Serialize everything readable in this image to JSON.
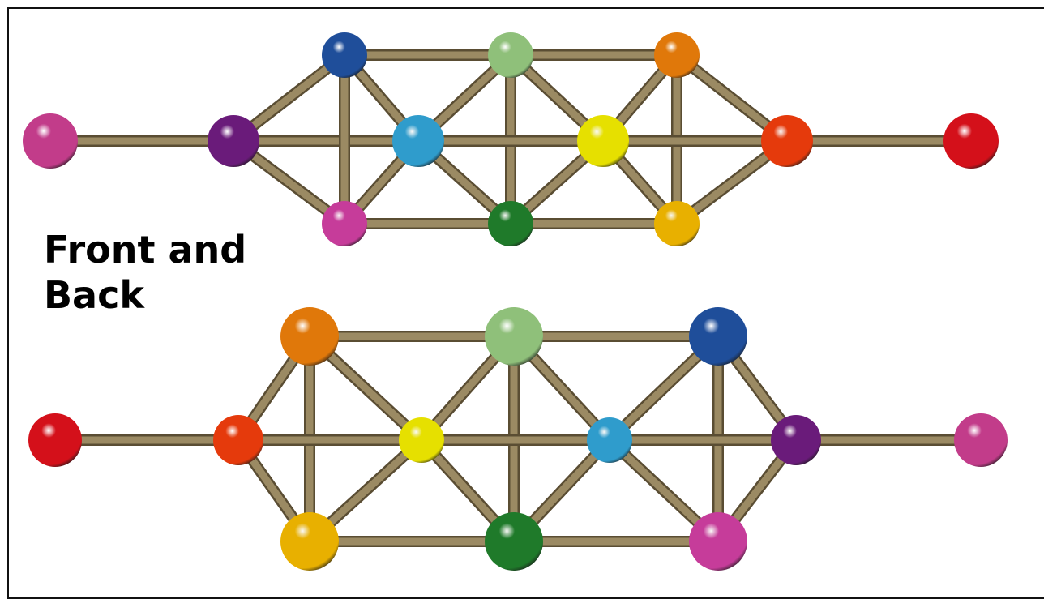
{
  "caption": {
    "line1": "Front and",
    "line2": "Back"
  },
  "rod_color": "#9b8a63",
  "models": [
    {
      "name": "front",
      "balls": [
        {
          "id": "end-left",
          "color": "#c23c8a"
        },
        {
          "id": "purple",
          "color": "#6a1b7a"
        },
        {
          "id": "dark-blue",
          "color": "#1f4e9a"
        },
        {
          "id": "pink",
          "color": "#c63c9a"
        },
        {
          "id": "light-blue",
          "color": "#2f9ccc"
        },
        {
          "id": "light-green",
          "color": "#8fc07a"
        },
        {
          "id": "dark-green",
          "color": "#1f7a2a"
        },
        {
          "id": "yellow",
          "color": "#e6e000"
        },
        {
          "id": "orange",
          "color": "#e0780a"
        },
        {
          "id": "gold",
          "color": "#e8b000"
        },
        {
          "id": "red-orange",
          "color": "#e53a0c"
        },
        {
          "id": "end-right",
          "color": "#d4101a"
        }
      ]
    },
    {
      "name": "back",
      "balls": [
        {
          "id": "end-left",
          "color": "#d4101a"
        },
        {
          "id": "red-orange",
          "color": "#e53a0c"
        },
        {
          "id": "orange",
          "color": "#e0780a"
        },
        {
          "id": "gold",
          "color": "#e8b000"
        },
        {
          "id": "yellow",
          "color": "#e6e000"
        },
        {
          "id": "light-green",
          "color": "#8fc07a"
        },
        {
          "id": "dark-green",
          "color": "#1f7a2a"
        },
        {
          "id": "light-blue",
          "color": "#2f9ccc"
        },
        {
          "id": "dark-blue",
          "color": "#1f4e9a"
        },
        {
          "id": "pink",
          "color": "#c63c9a"
        },
        {
          "id": "purple",
          "color": "#6a1b7a"
        },
        {
          "id": "end-right",
          "color": "#c23c8a"
        }
      ]
    }
  ]
}
